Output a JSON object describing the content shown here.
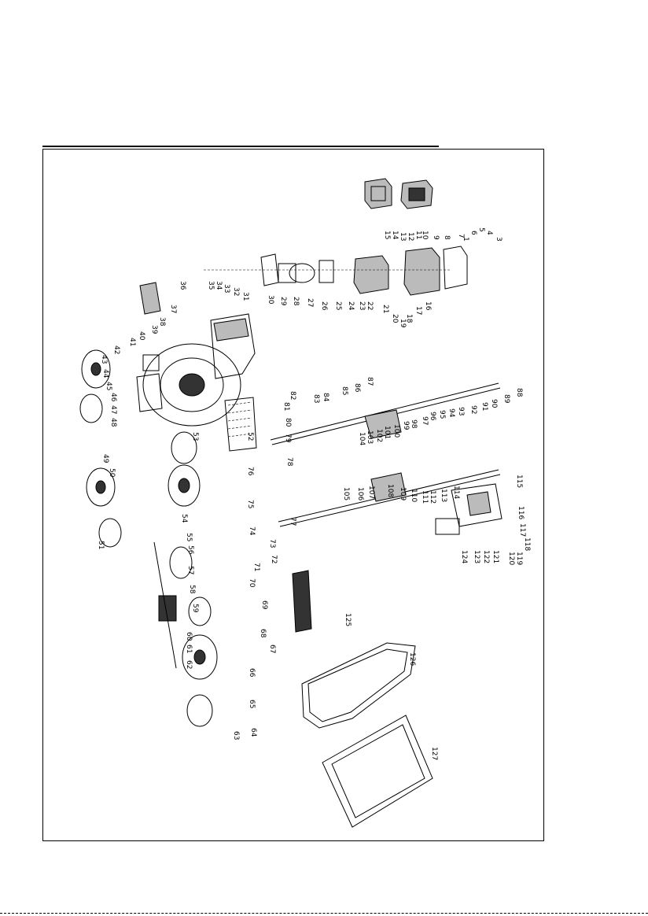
{
  "diagram": {
    "labels": [
      "1",
      "3",
      "4",
      "5",
      "6",
      "7",
      "8",
      "9",
      "10",
      "11",
      "12",
      "13",
      "14",
      "15",
      "16",
      "17",
      "18",
      "19",
      "20",
      "21",
      "22",
      "23",
      "24",
      "25",
      "26",
      "27",
      "28",
      "29",
      "30",
      "31",
      "32",
      "33",
      "34",
      "35",
      "36",
      "37",
      "38",
      "39",
      "40",
      "41",
      "42",
      "43",
      "44",
      "45",
      "46",
      "47",
      "48",
      "49",
      "50",
      "51",
      "52",
      "53",
      "54",
      "55",
      "56",
      "57",
      "58",
      "59",
      "60",
      "61",
      "62",
      "63",
      "64",
      "65",
      "66",
      "67",
      "68",
      "69",
      "70",
      "71",
      "72",
      "73",
      "74",
      "75",
      "76",
      "77",
      "78",
      "79",
      "80",
      "81",
      "82",
      "83",
      "84",
      "85",
      "86",
      "87",
      "88",
      "89",
      "90",
      "91",
      "92",
      "93",
      "94",
      "95",
      "96",
      "97",
      "98",
      "99",
      "100",
      "101",
      "102",
      "103",
      "104",
      "105",
      "106",
      "107",
      "108",
      "109",
      "110",
      "111",
      "112",
      "113",
      "114",
      "115",
      "116",
      "117",
      "118",
      "119",
      "120",
      "121",
      "122",
      "123",
      "124",
      "125",
      "126",
      "127"
    ]
  }
}
